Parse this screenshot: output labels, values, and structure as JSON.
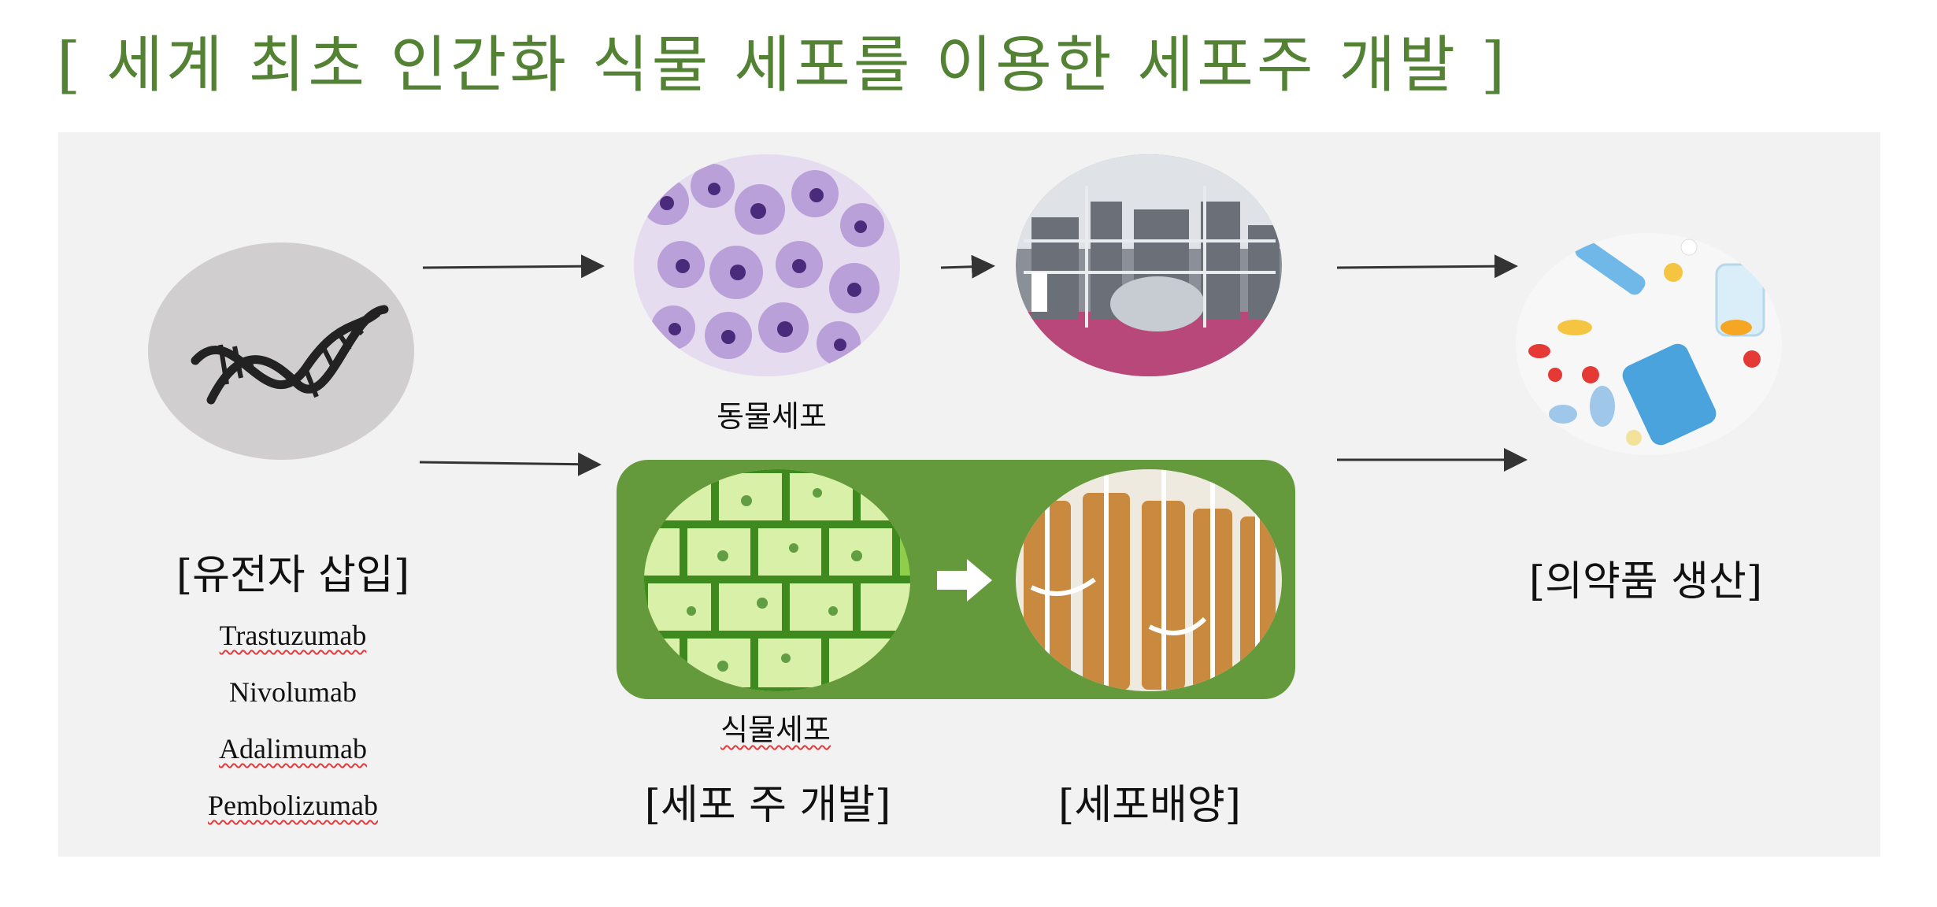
{
  "title": "[ 세계 최초 인간화 식물 세포를 이용한 세포주 개발 ]",
  "labels": {
    "gene_insertion": "[유전자 삽입]",
    "animal_cell": "동물세포",
    "plant_cell": "식물세포",
    "cell_line_dev": "[세포 주 개발]",
    "cell_culture": "[세포배양]",
    "drug_production": "[의약품 생산]"
  },
  "antibodies": [
    "Trastuzumab",
    "Nivolumab",
    "Adalimumab",
    "Pembolizumab"
  ],
  "colors": {
    "title": "#548235",
    "panel": "#f2f2f2",
    "plant_box": "#659a3c",
    "arrow": "#333333"
  },
  "icons": {
    "dna": "dna-helix-icon",
    "animal_cells": "animal-cell-micrograph",
    "bioreactor": "bioreactor-facility-photo",
    "plant_cells": "plant-cell-micrograph",
    "culture_tanks": "culture-bags-photo",
    "medicine": "pills-and-vials-photo",
    "block_arrow": "white-block-arrow-icon"
  }
}
